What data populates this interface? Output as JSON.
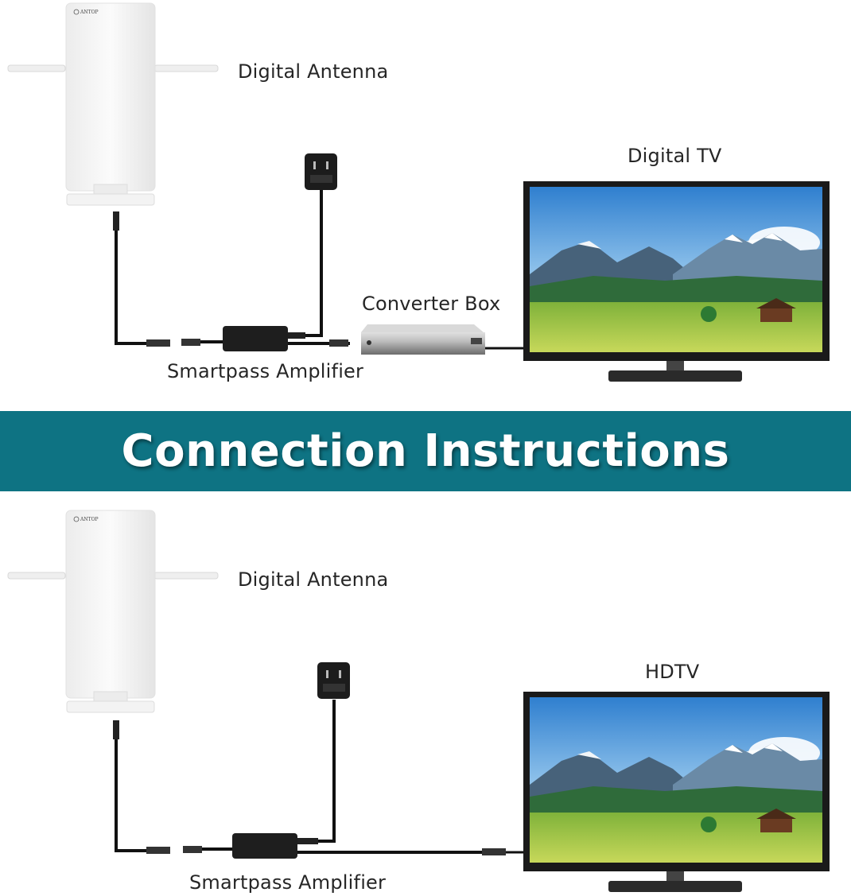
{
  "banner": {
    "title": "Connection Instructions"
  },
  "top_diagram": {
    "antenna_label": "Digital Antenna",
    "tv_label": "Digital TV",
    "converter_label": "Converter Box",
    "amplifier_label": "Smartpass Amplifier",
    "brand": "ANTOP"
  },
  "bottom_diagram": {
    "antenna_label": "Digital Antenna",
    "tv_label": "HDTV",
    "amplifier_label": "Smartpass Amplifier",
    "brand": "ANTOP"
  },
  "colors": {
    "banner": "#0e7383",
    "cable": "#111111",
    "antenna": "#f6f6f6"
  }
}
